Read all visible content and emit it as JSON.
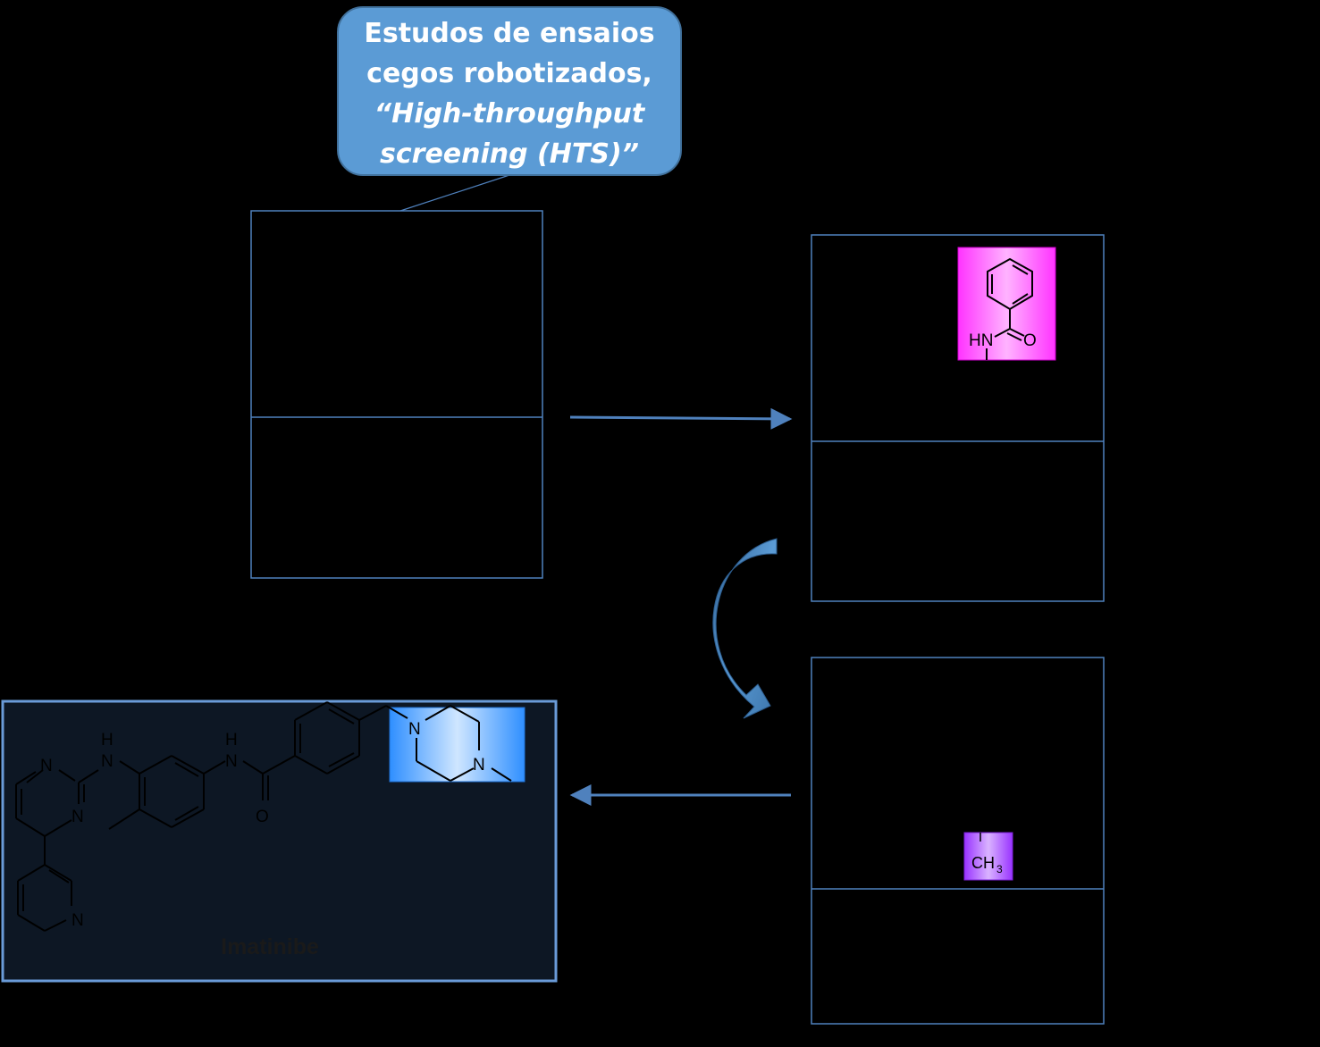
{
  "callout": {
    "line1": "Estudos de ensaios",
    "line2": "cegos robotizados,",
    "line3": "“High-throughput",
    "line4": "screening (HTS)”",
    "fill_color": "#5b9bd5",
    "border_color": "#41719c"
  },
  "colors": {
    "background": "#000000",
    "panel_border": "#4f81bd",
    "arrow": "#4f81bd",
    "highlight_benzamide": "#ff33ff",
    "highlight_methyl": "#9933ff",
    "highlight_piperazine": "#3399ff",
    "imatinib_panel_fill": "#0d1724",
    "imatinib_panel_border": "#6a9bd8"
  },
  "fragments": {
    "benzamide": {
      "hn_label": "HN",
      "o_label": "O"
    },
    "methyl": {
      "label": "CH",
      "sub": "3"
    }
  },
  "imatinib": {
    "name": "Imatinibe",
    "atoms": {
      "n_pyr1": "N",
      "n_pyr2": "N",
      "nh_top": "H",
      "nh_n": "N",
      "nh2_top": "H",
      "nh2_n": "N",
      "o_amide": "O",
      "n_pyridine": "N",
      "n_pip1": "N",
      "n_pip2": "N"
    }
  },
  "icons": {
    "arrow_right": "arrow-right-icon",
    "arrow_left": "arrow-left-icon",
    "curved_arrow": "curved-arrow-down-icon"
  }
}
